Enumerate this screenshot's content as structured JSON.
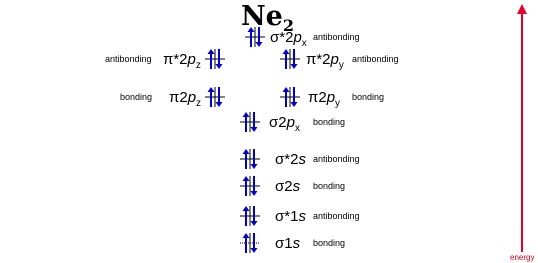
{
  "title": {
    "main": "Ne",
    "subscript": "2"
  },
  "energy_axis": {
    "label": "energy",
    "color": "#e8002a"
  },
  "arrow_color": "#0000cc",
  "orbitals": [
    {
      "id": "sigma-star-2px",
      "greek": "σ",
      "star": "*",
      "n": "2",
      "l": "p",
      "sub": "x",
      "type": "antibonding",
      "electrons": 2
    },
    {
      "id": "pi-star-2pz",
      "greek": "π",
      "star": "*",
      "n": "2",
      "l": "p",
      "sub": "z",
      "type": "antibonding",
      "electrons": 2
    },
    {
      "id": "pi-star-2py",
      "greek": "π",
      "star": "*",
      "n": "2",
      "l": "p",
      "sub": "y",
      "type": "antibonding",
      "electrons": 2
    },
    {
      "id": "pi-2pz",
      "greek": "π",
      "star": "",
      "n": "2",
      "l": "p",
      "sub": "z",
      "type": "bonding",
      "electrons": 2
    },
    {
      "id": "pi-2py",
      "greek": "π",
      "star": "",
      "n": "2",
      "l": "p",
      "sub": "y",
      "type": "bonding",
      "electrons": 2
    },
    {
      "id": "sigma-2px",
      "greek": "σ",
      "star": "",
      "n": "2",
      "l": "p",
      "sub": "x",
      "type": "bonding",
      "electrons": 2
    },
    {
      "id": "sigma-star-2s",
      "greek": "σ",
      "star": "*",
      "n": "2",
      "l": "s",
      "sub": "",
      "type": "antibonding",
      "electrons": 2
    },
    {
      "id": "sigma-2s",
      "greek": "σ",
      "star": "",
      "n": "2",
      "l": "s",
      "sub": "",
      "type": "bonding",
      "electrons": 2
    },
    {
      "id": "sigma-star-1s",
      "greek": "σ",
      "star": "*",
      "n": "1",
      "l": "s",
      "sub": "",
      "type": "antibonding",
      "electrons": 2
    },
    {
      "id": "sigma-1s",
      "greek": "σ",
      "star": "",
      "n": "1",
      "l": "s",
      "sub": "",
      "type": "bonding",
      "electrons": 2
    }
  ]
}
